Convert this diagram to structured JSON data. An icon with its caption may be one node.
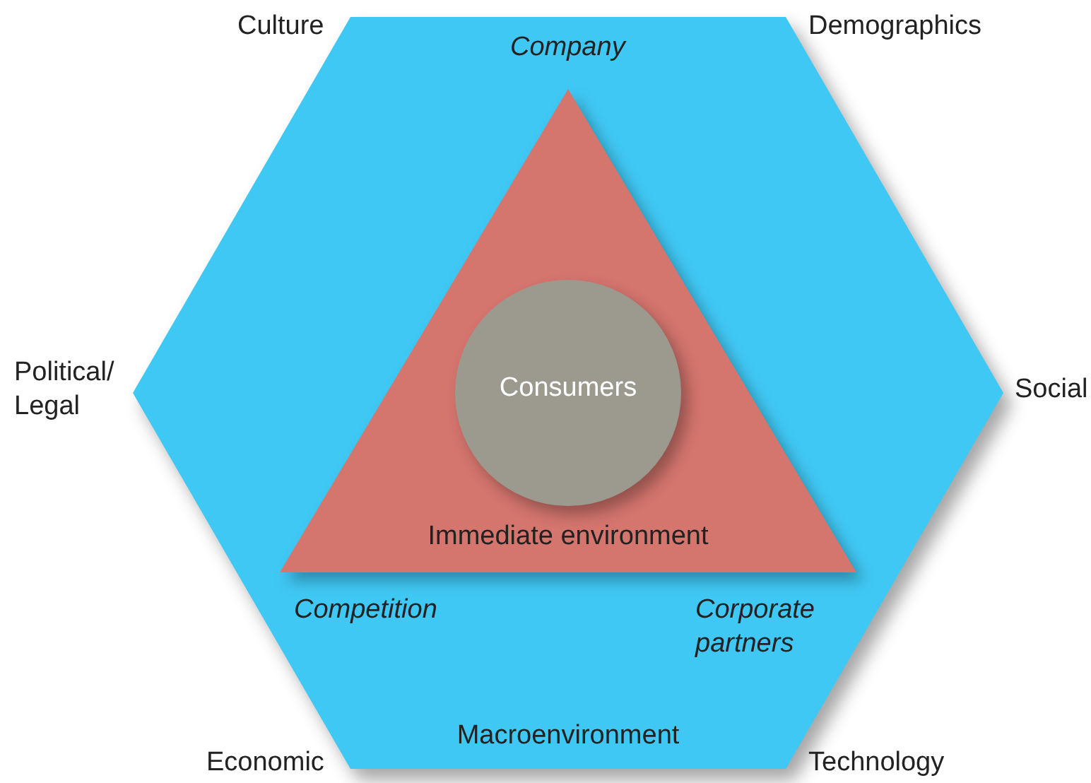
{
  "diagram": {
    "nodes": [
      {
        "text": [
          "Macroenvironment"
        ]
      },
      {
        "text": [
          "Immediate environment"
        ],
        "in": 0
      },
      {
        "text": [
          "Consumers"
        ],
        "in": 1
      }
    ],
    "labels": [
      "Culture",
      "Company",
      "Demographics",
      "Political/ Legal",
      "Social",
      "Competition",
      "Corporate partners",
      "Economic",
      "Technology"
    ]
  }
}
